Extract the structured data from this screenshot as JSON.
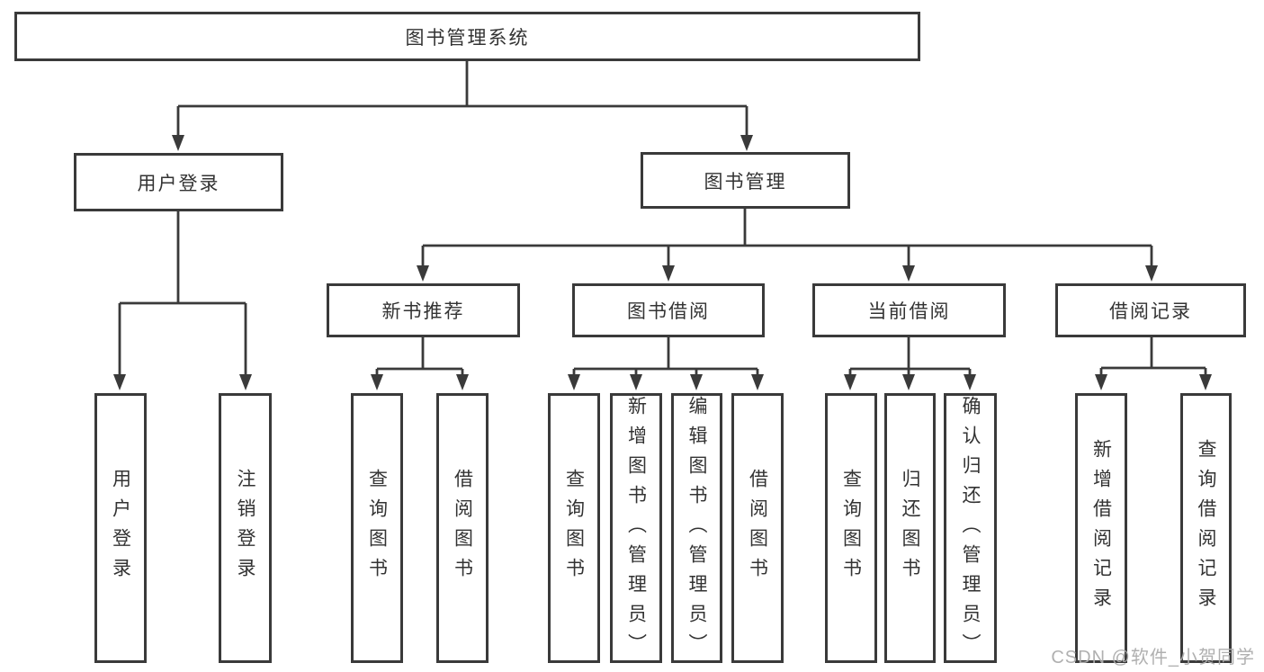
{
  "diagram": {
    "root_label": "图书管理系统",
    "branches": [
      {
        "label": "用户登录",
        "children": [
          {
            "label": "用户登录"
          },
          {
            "label": "注销登录"
          }
        ]
      },
      {
        "label": "图书管理",
        "children": [
          {
            "label": "新书推荐",
            "children": [
              {
                "label": "查询图书"
              },
              {
                "label": "借阅图书"
              }
            ]
          },
          {
            "label": "图书借阅",
            "children": [
              {
                "label": "查询图书"
              },
              {
                "label": "新增图书（管理员）"
              },
              {
                "label": "编辑图书（管理员）"
              },
              {
                "label": "借阅图书"
              }
            ]
          },
          {
            "label": "当前借阅",
            "children": [
              {
                "label": "查询图书"
              },
              {
                "label": "归还图书"
              },
              {
                "label": "确认归还（管理员）"
              }
            ]
          },
          {
            "label": "借阅记录",
            "children": [
              {
                "label": "新增借阅记录"
              },
              {
                "label": "查询借阅记录"
              }
            ]
          }
        ]
      }
    ]
  },
  "watermark": {
    "text": "CSDN @软件_小贺同学"
  },
  "colors": {
    "line": "#3a3a3a",
    "text": "#333333",
    "background": "#ffffff",
    "watermark": "#acacac"
  }
}
